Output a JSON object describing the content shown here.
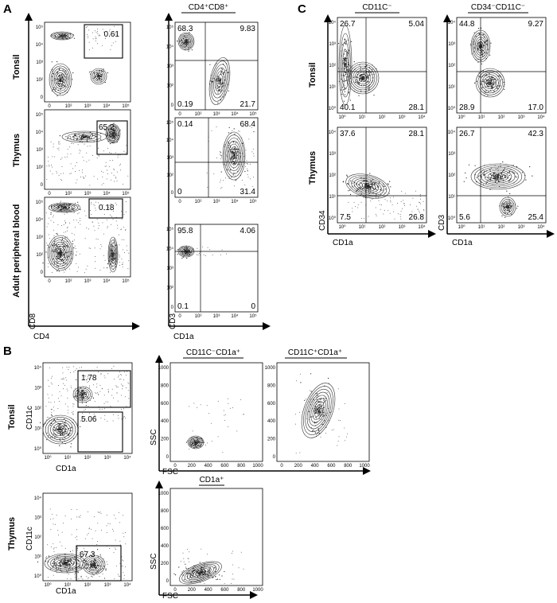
{
  "panels": {
    "A": {
      "letter": "A",
      "rows": [
        "Tonsil",
        "Thymus",
        "Adult peripheral blood"
      ],
      "left_plots": {
        "x_label": "CD4",
        "y_label": "CD8",
        "gates": [
          "0.61",
          "65.2",
          "0.18"
        ]
      },
      "right_header": "CD4⁺CD8⁺",
      "right_plots": {
        "x_label": "CD1a",
        "y_label": "CD3",
        "quadrants": [
          [
            "68.3",
            "9.83",
            "0.19",
            "21.7"
          ],
          [
            "0.14",
            "68.4",
            "0",
            "31.4"
          ],
          [
            "95.8",
            "4.06",
            "0.1",
            "0"
          ]
        ]
      }
    },
    "B": {
      "letter": "B",
      "rows": [
        "Tonsil",
        "Thymus"
      ],
      "gate_plots": {
        "x_label": "CD1a",
        "y_label": "CD11c",
        "tonsil_gates": [
          "1.78",
          "5.06"
        ],
        "thymus_gate": "67.3"
      },
      "scatter_headers": [
        "CD11C⁻CD1a⁺",
        "CD11C⁺CD1a⁺",
        "CD1a⁺"
      ],
      "scatter_axes": {
        "x_label": "FSC",
        "y_label": "SSC"
      }
    },
    "C": {
      "letter": "C",
      "headers": [
        "CD11C⁻",
        "CD34⁻CD11C⁻"
      ],
      "rows": [
        "Tonsil",
        "Thymus"
      ],
      "left_axes": {
        "x_label": "CD1a",
        "y_label": "CD34"
      },
      "right_axes": {
        "x_label": "CD1a",
        "y_label": "CD3"
      },
      "quadrants": {
        "tonsil_left": [
          "26.7",
          "5.04",
          "40.1",
          "28.1"
        ],
        "tonsil_right": [
          "44.8",
          "9.27",
          "28.9",
          "17.0"
        ],
        "thymus_left": [
          "37.6",
          "28.1",
          "7.5",
          "26.8"
        ],
        "thymus_right": [
          "26.7",
          "42.3",
          "5.6",
          "25.4"
        ]
      }
    }
  },
  "ticks": {
    "log": [
      "0",
      "10²",
      "10³",
      "10⁴",
      "10⁵"
    ],
    "log10": [
      "10⁰",
      "10¹",
      "10²",
      "10³",
      "10⁴"
    ],
    "linear": [
      "0",
      "200",
      "400",
      "600",
      "800",
      "1000"
    ]
  }
}
